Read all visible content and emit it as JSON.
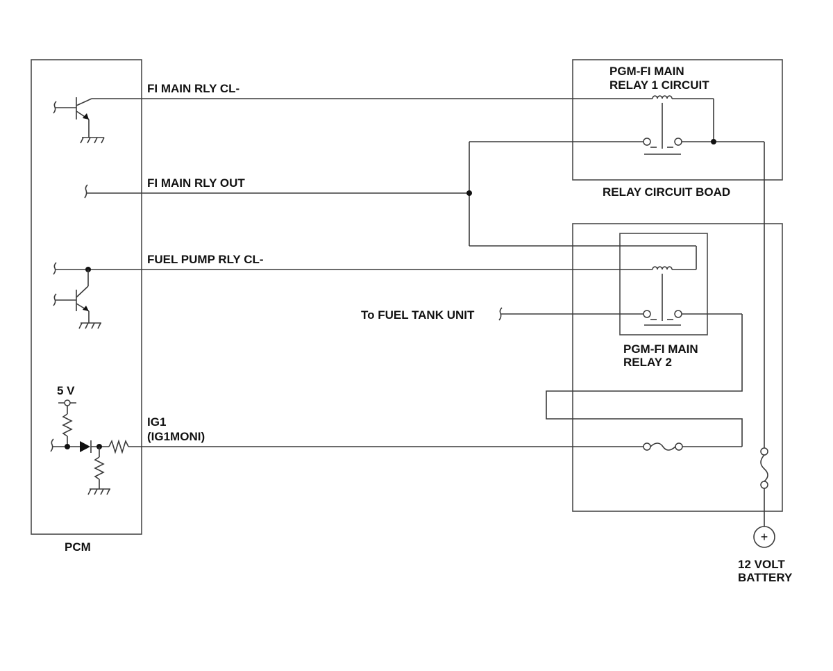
{
  "diagram": {
    "pcm_label": "PCM",
    "pcm_pins": {
      "fi_main_rly_cl": "FI MAIN RLY CL-",
      "fi_main_rly_out": "FI MAIN RLY OUT",
      "fuel_pump_rly_cl": "FUEL PUMP RLY CL-",
      "ig1_line1": "IG1",
      "ig1_line2": "(IG1MONI)",
      "five_volt": "5 V"
    },
    "relay1": {
      "title_line1": "PGM-FI MAIN",
      "title_line2": "RELAY 1 CIRCUIT"
    },
    "relay_board_label": "RELAY CIRCUIT BOAD",
    "relay2": {
      "title_line1": "PGM-FI MAIN",
      "title_line2": "RELAY 2"
    },
    "fuel_tank_label": "To FUEL TANK UNIT",
    "battery": {
      "line1": "12 VOLT",
      "line2": "BATTERY",
      "symbol": "+"
    }
  }
}
